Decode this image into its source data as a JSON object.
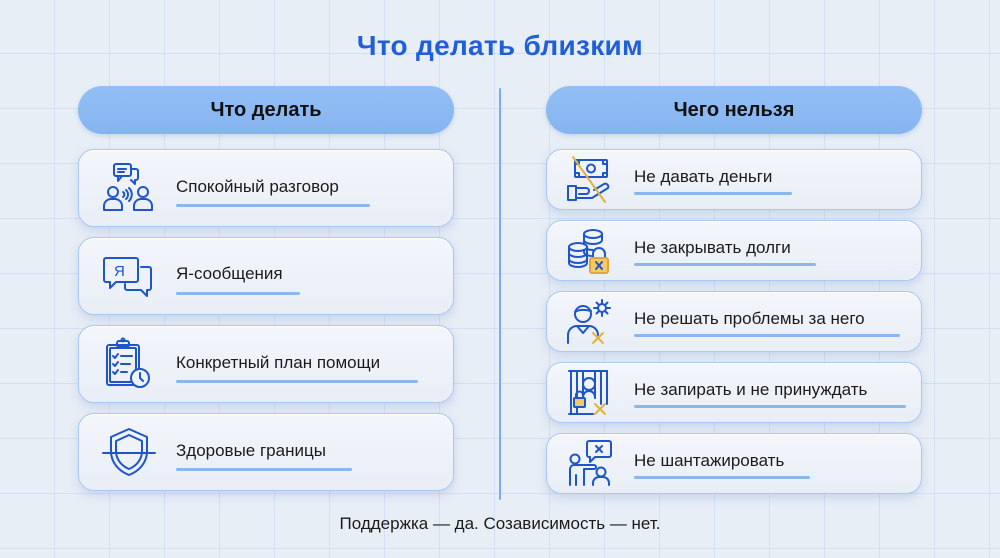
{
  "title": "Что делать близким",
  "left_column": {
    "header": "Что делать",
    "items": [
      {
        "label": "Спокойный разговор",
        "icon": "conversation-icon"
      },
      {
        "label": "Я-сообщения",
        "icon": "i-message-icon"
      },
      {
        "label": "Конкретный план помощи",
        "icon": "checklist-clock-icon"
      },
      {
        "label": "Здоровые границы",
        "icon": "shield-boundary-icon"
      }
    ]
  },
  "right_column": {
    "header": "Чего нельзя",
    "items": [
      {
        "label": "Не давать деньги",
        "icon": "no-money-icon"
      },
      {
        "label": "Не закрывать долги",
        "icon": "coins-lock-icon"
      },
      {
        "label": "Не решать проблемы за него",
        "icon": "person-gear-cross-icon"
      },
      {
        "label": "Не запирать и не принуждать",
        "icon": "prison-bars-icon"
      },
      {
        "label": "Не шантажировать",
        "icon": "blackmail-icon"
      }
    ]
  },
  "footer": "Поддержка — да. Созависимость — нет.",
  "colors": {
    "title": "#1f5fd9",
    "icon_blue": "#1e55c8",
    "icon_accent": "#f2c14e",
    "header_bg": "#8cb8f2",
    "underline": "#8cb6ee",
    "divider": "#7eaaee"
  }
}
